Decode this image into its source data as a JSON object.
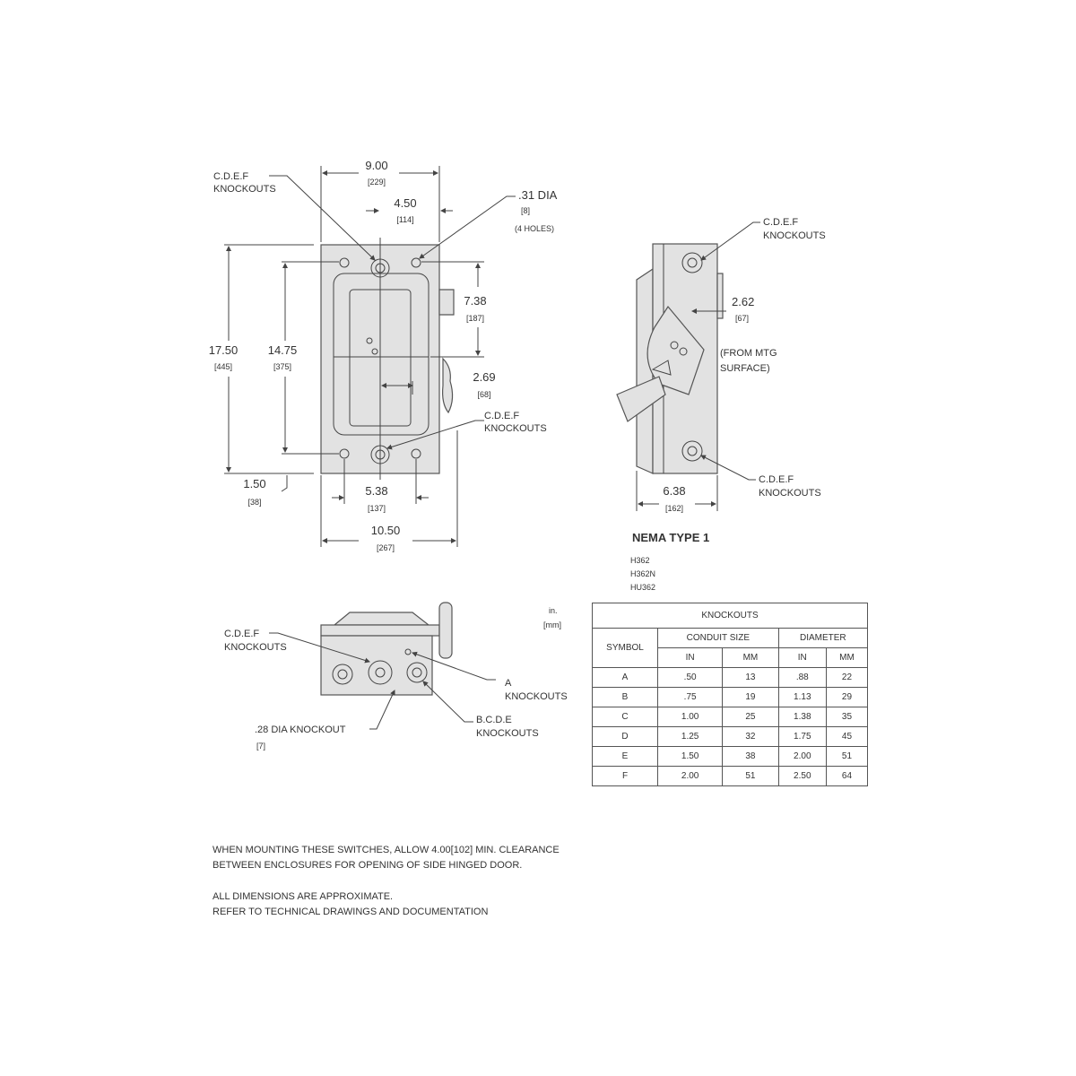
{
  "front_view": {
    "cdef_top": [
      "C.D.E.F",
      "KNOCKOUTS"
    ],
    "cdef_bottom": [
      "C.D.E.F",
      "KNOCKOUTS"
    ],
    "holes": [
      ".31 DIA",
      "[8]",
      "(4 HOLES)"
    ],
    "dims": {
      "width_top": [
        "9.00",
        "[229]"
      ],
      "half_width": [
        "4.50",
        "[114]"
      ],
      "height": [
        "17.50",
        "[445]"
      ],
      "hole_spacing_v": [
        "14.75",
        "[375]"
      ],
      "handle_v": [
        "7.38",
        "[187]"
      ],
      "handle_h": [
        "2.69",
        "[68]"
      ],
      "bottom_offset": [
        "1.50",
        "[38]"
      ],
      "hole_spacing_h": [
        "5.38",
        "[137]"
      ],
      "overall_width": [
        "10.50",
        "[267]"
      ]
    }
  },
  "side_view": {
    "cdef_top": [
      "C.D.E.F",
      "KNOCKOUTS"
    ],
    "cdef_bottom": [
      "C.D.E.F",
      "KNOCKOUTS"
    ],
    "depth_handle": [
      "2.62",
      "[67]"
    ],
    "from_mtg": [
      "(FROM MTG",
      "SURFACE)"
    ],
    "depth": [
      "6.38",
      "[162]"
    ]
  },
  "nema": {
    "title": "NEMA TYPE 1",
    "models": [
      "H362",
      "H362N",
      "HU362"
    ]
  },
  "bottom_view": {
    "cdef": [
      "C.D.E.F",
      "KNOCKOUTS"
    ],
    "a_ko": [
      "A",
      "KNOCKOUTS"
    ],
    "bcde": [
      "B.C.D.E",
      "KNOCKOUTS"
    ],
    "small_ko": [
      ".28 DIA KNOCKOUT",
      "[7]"
    ]
  },
  "units": [
    "in.",
    "[mm]"
  ],
  "knockouts_table": {
    "title": "KNOCKOUTS",
    "headers": {
      "symbol": "SYMBOL",
      "conduit": "CONDUIT SIZE",
      "diameter": "DIAMETER",
      "in": "IN",
      "mm": "MM",
      "in2": "IN",
      "mm2": "MM"
    },
    "rows": [
      [
        "A",
        ".50",
        "13",
        ".88",
        "22"
      ],
      [
        "B",
        ".75",
        "19",
        "1.13",
        "29"
      ],
      [
        "C",
        "1.00",
        "25",
        "1.38",
        "35"
      ],
      [
        "D",
        "1.25",
        "32",
        "1.75",
        "45"
      ],
      [
        "E",
        "1.50",
        "38",
        "2.00",
        "51"
      ],
      [
        "F",
        "2.00",
        "51",
        "2.50",
        "64"
      ]
    ]
  },
  "notes": [
    "WHEN MOUNTING THESE SWITCHES, ALLOW 4.00[102] MIN. CLEARANCE",
    "BETWEEN ENCLOSURES FOR OPENING OF SIDE HINGED DOOR.",
    "ALL DIMENSIONS ARE APPROXIMATE.",
    "REFER TO TECHNICAL DRAWINGS AND DOCUMENTATION"
  ]
}
